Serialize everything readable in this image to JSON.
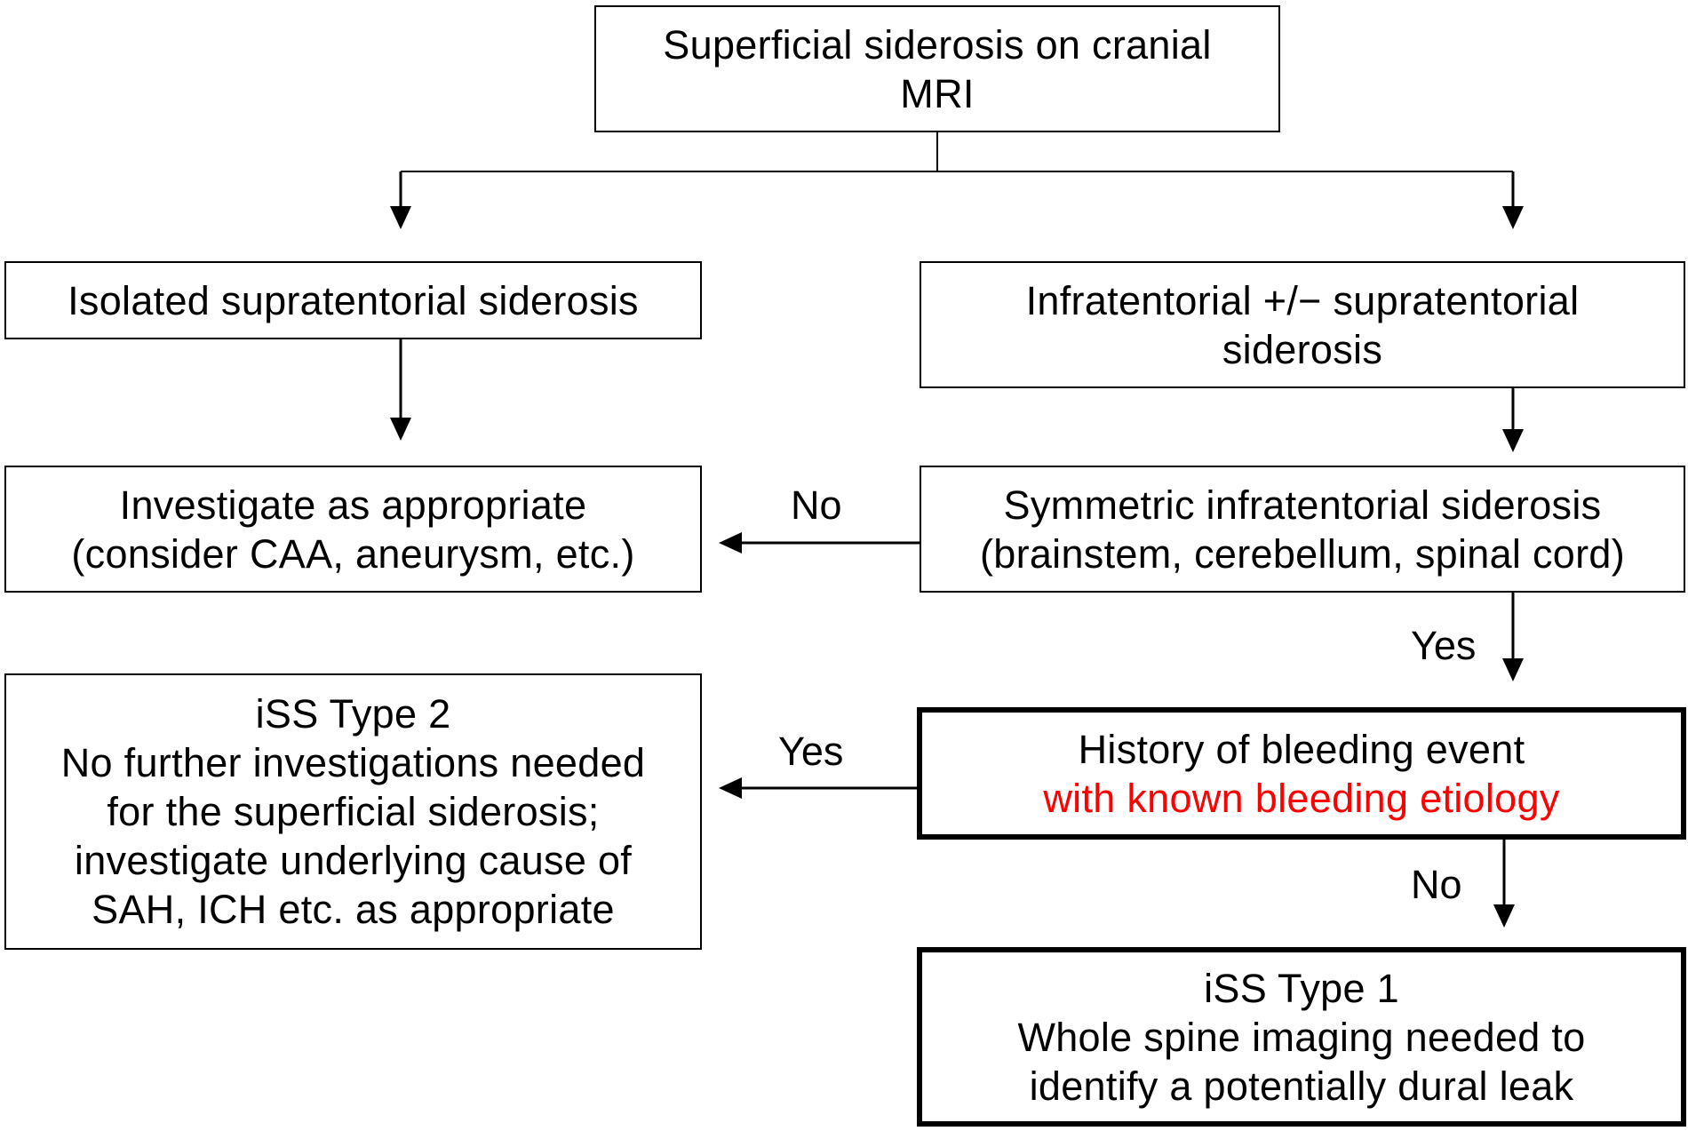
{
  "highlight_color": "#ff0000",
  "nodes": {
    "root": {
      "line1": "Superficial siderosis on cranial",
      "line2": "MRI"
    },
    "isolated": {
      "line1": "Isolated supratentorial siderosis"
    },
    "infra": {
      "line1": "Infratentorial +/− supratentorial",
      "line2": "siderosis"
    },
    "investigate": {
      "line1": "Investigate as appropriate",
      "line2": "(consider CAA, aneurysm, etc.)"
    },
    "symmetric": {
      "line1": "Symmetric infratentorial siderosis",
      "line2": "(brainstem, cerebellum, spinal cord)"
    },
    "type2": {
      "line1": "iSS Type 2",
      "line2": "No further investigations needed",
      "line3": "for the superficial siderosis;",
      "line4": "investigate underlying cause of",
      "line5": "SAH, ICH etc. as appropriate"
    },
    "history": {
      "line1": "History of bleeding event",
      "line2": "with known bleeding etiology"
    },
    "type1": {
      "line1": "iSS Type 1",
      "line2": "Whole spine imaging needed to",
      "line3": "identify a potentially dural leak"
    }
  },
  "edge_labels": {
    "symmetric_no": "No",
    "symmetric_yes": "Yes",
    "history_yes": "Yes",
    "history_no": "No"
  }
}
